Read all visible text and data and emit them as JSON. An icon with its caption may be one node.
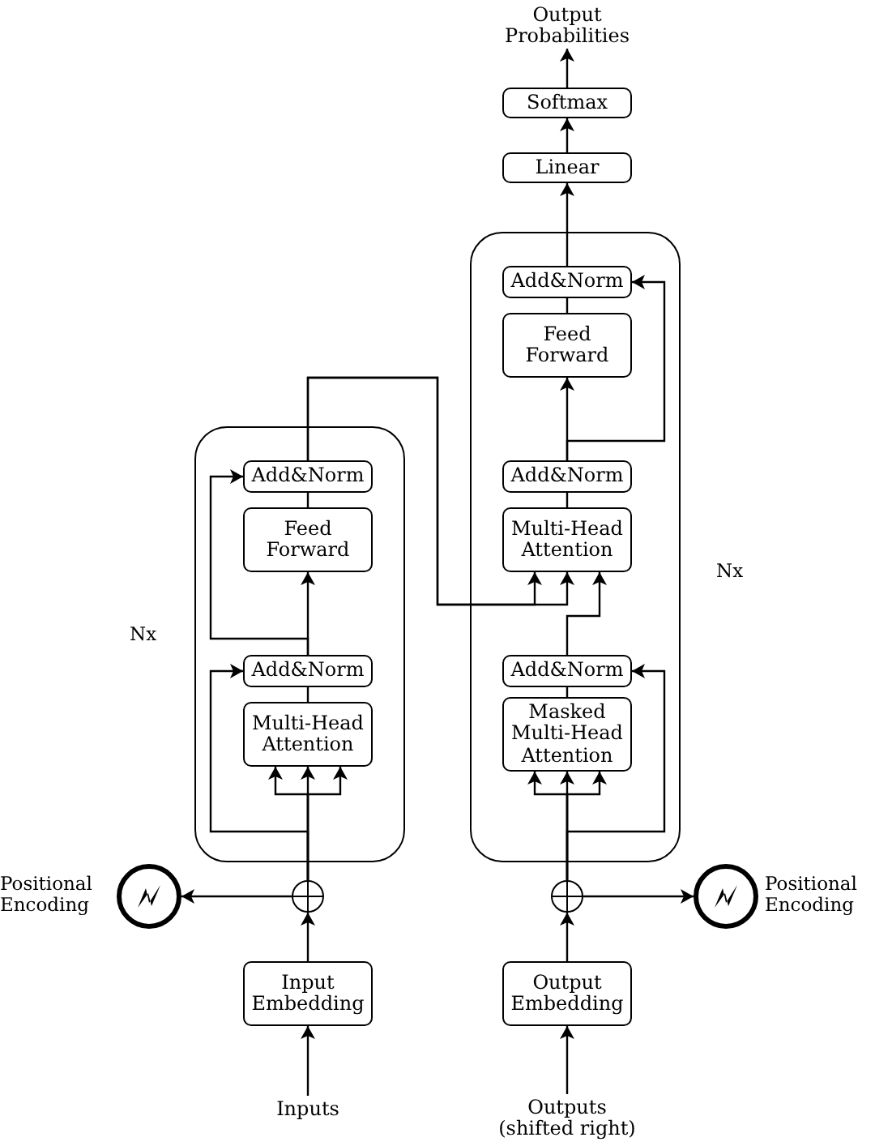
{
  "diagram": {
    "nodes": [
      {
        "text": [
          "Output Probabilities"
        ]
      },
      {
        "text": [
          "Softmax"
        ]
      },
      {
        "text": [
          "Linear"
        ]
      },
      {
        "text": [],
        "shape": "box",
        "beside": [
          "Nx"
        ]
      },
      {
        "text": [
          "Add&Norm"
        ],
        "in": 3
      },
      {
        "text": [
          "Feed Forward"
        ],
        "in": 3
      },
      {
        "text": [
          "Add&Norm"
        ],
        "in": 3
      },
      {
        "text": [
          "Multi-Head Attention"
        ],
        "in": 3
      },
      {
        "text": [
          "Add&Norm"
        ],
        "in": 3
      },
      {
        "text": [
          "Masked Multi-Head Attention"
        ],
        "in": 3
      },
      {
        "text": [],
        "shape": "box",
        "beside": [
          "Nx"
        ]
      },
      {
        "text": [
          "Add&Norm"
        ],
        "in": 10
      },
      {
        "text": [
          "Feed Forward"
        ],
        "in": 10
      },
      {
        "text": [
          "Add&Norm"
        ],
        "in": 10
      },
      {
        "text": [
          "Multi-Head Attention"
        ],
        "in": 10
      },
      {
        "text": [],
        "shape": "circle",
        "beside": [
          "Positional Encoding"
        ]
      },
      {
        "text": [],
        "shape": "circle"
      },
      {
        "text": [],
        "shape": "circle"
      },
      {
        "text": [],
        "shape": "circle",
        "beside": [
          "Positional Encoding"
        ]
      },
      {
        "text": [
          "Input Embedding"
        ]
      },
      {
        "text": [
          "Output Embedding"
        ]
      },
      {
        "text": [
          "Inputs"
        ]
      },
      {
        "text": [
          "Outputs (shifted right)"
        ]
      }
    ],
    "edges": [
      {
        "from": 21,
        "to": 19,
        "arrow": "to"
      },
      {
        "from": 19,
        "to": 16,
        "arrow": "to"
      },
      {
        "from": 16,
        "to": 15,
        "arrow": "to"
      },
      {
        "from": 16,
        "to": 14,
        "arrow": "to"
      },
      {
        "from": 16,
        "to": 14,
        "arrow": "to"
      },
      {
        "from": 16,
        "to": 14,
        "arrow": "to"
      },
      {
        "from": 16,
        "to": 13,
        "arrow": "to"
      },
      {
        "from": 14,
        "to": 13,
        "arrow": "none"
      },
      {
        "from": 13,
        "to": 12,
        "arrow": "to"
      },
      {
        "from": 13,
        "to": 11,
        "arrow": "to"
      },
      {
        "from": 12,
        "to": 11,
        "arrow": "none"
      },
      {
        "from": 11,
        "to": 7,
        "arrow": "to"
      },
      {
        "from": 11,
        "to": 7,
        "arrow": "to"
      },
      {
        "from": 22,
        "to": 20,
        "arrow": "to"
      },
      {
        "from": 20,
        "to": 17,
        "arrow": "to"
      },
      {
        "from": 17,
        "to": 18,
        "arrow": "to"
      },
      {
        "from": 17,
        "to": 9,
        "arrow": "to"
      },
      {
        "from": 17,
        "to": 9,
        "arrow": "to"
      },
      {
        "from": 17,
        "to": 9,
        "arrow": "to"
      },
      {
        "from": 17,
        "to": 8,
        "arrow": "to"
      },
      {
        "from": 9,
        "to": 8,
        "arrow": "none"
      },
      {
        "from": 8,
        "to": 7,
        "arrow": "to"
      },
      {
        "from": 7,
        "to": 6,
        "arrow": "none"
      },
      {
        "from": 6,
        "to": 5,
        "arrow": "to"
      },
      {
        "from": 6,
        "to": 4,
        "arrow": "to"
      },
      {
        "from": 5,
        "to": 4,
        "arrow": "none"
      },
      {
        "from": 4,
        "to": 2,
        "arrow": "to"
      },
      {
        "from": 2,
        "to": 1,
        "arrow": "to"
      },
      {
        "from": 1,
        "to": 0,
        "arrow": "to"
      }
    ]
  }
}
